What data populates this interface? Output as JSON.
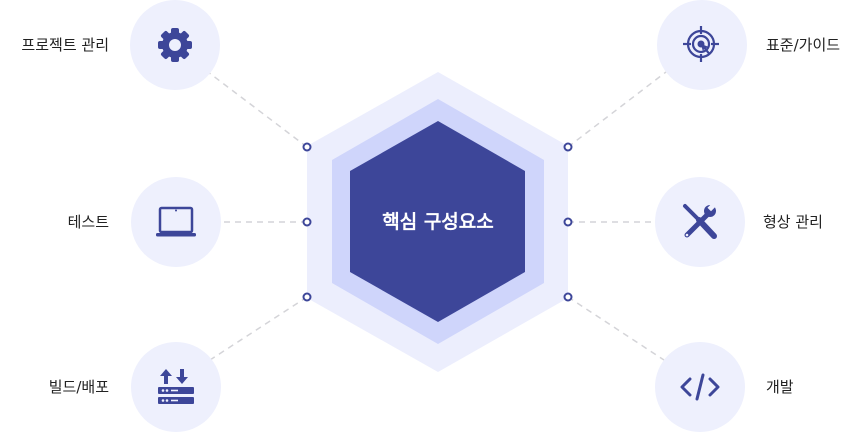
{
  "center": {
    "title": "핵심 구성요소"
  },
  "nodes": [
    {
      "label": "프로젝트 관리",
      "icon": "gear-icon"
    },
    {
      "label": "테스트",
      "icon": "laptop-icon"
    },
    {
      "label": "빌드/배포",
      "icon": "server-transfer-icon"
    },
    {
      "label": "표준/가이드",
      "icon": "target-icon"
    },
    {
      "label": "형상 관리",
      "icon": "tools-icon"
    },
    {
      "label": "개발",
      "icon": "code-icon"
    }
  ],
  "colors": {
    "primary": "#3d4699",
    "hex_outer": "#eceefd",
    "hex_middle": "#cfd5fb",
    "circle": "#eef0fd"
  }
}
